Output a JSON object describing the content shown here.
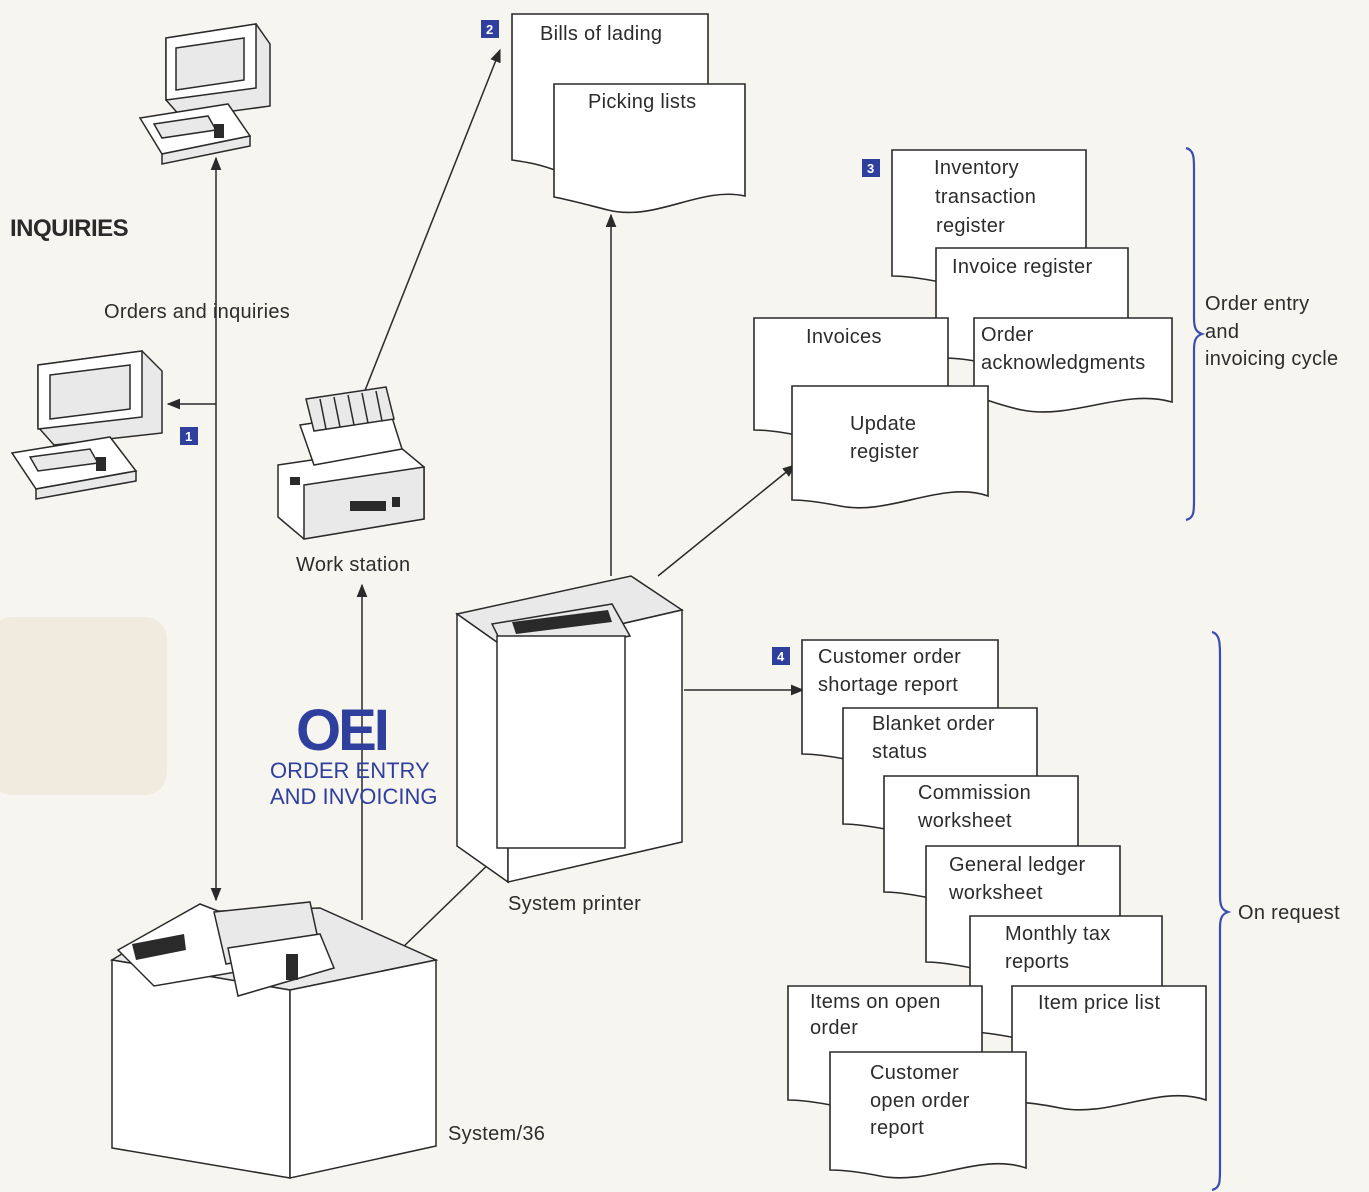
{
  "colors": {
    "accent_blue": "#2f3f9e",
    "ink": "#2a2a2a",
    "background": "#f7f5f0"
  },
  "labels": {
    "inquiries": "INQUIRIES",
    "orders_and_inquiries": "Orders and inquiries",
    "work_station": "Work station",
    "oei_logo": "OEI",
    "oei_line1": "ORDER ENTRY",
    "oei_line2": "AND INVOICING",
    "system_printer": "System printer",
    "system36": "System/36"
  },
  "badges": [
    "1",
    "2",
    "3",
    "4"
  ],
  "brace_labels": {
    "cycle": [
      "Order entry",
      "and",
      "invoicing cycle"
    ],
    "on_request": "On request"
  },
  "documents": {
    "bills_of_lading": [
      "Bills of lading"
    ],
    "picking_lists": [
      "Picking lists"
    ],
    "inventory_register": [
      "Inventory",
      "transaction",
      "register"
    ],
    "invoice_register": [
      "Invoice register"
    ],
    "invoices": [
      "Invoices"
    ],
    "order_ack": [
      "Order",
      "acknowledgments"
    ],
    "update_register": [
      "Update",
      "register"
    ],
    "shortage_report": [
      "Customer order",
      "shortage report"
    ],
    "blanket_order": [
      "Blanket order",
      "status"
    ],
    "commission": [
      "Commission",
      "worksheet"
    ],
    "gl_worksheet": [
      "General ledger",
      "worksheet"
    ],
    "monthly_tax": [
      "Monthly tax",
      "reports"
    ],
    "items_open_order": [
      "Items on open",
      "order"
    ],
    "item_price_list": [
      "Item price list"
    ],
    "customer_open_order": [
      "Customer",
      "open order",
      "report"
    ]
  }
}
